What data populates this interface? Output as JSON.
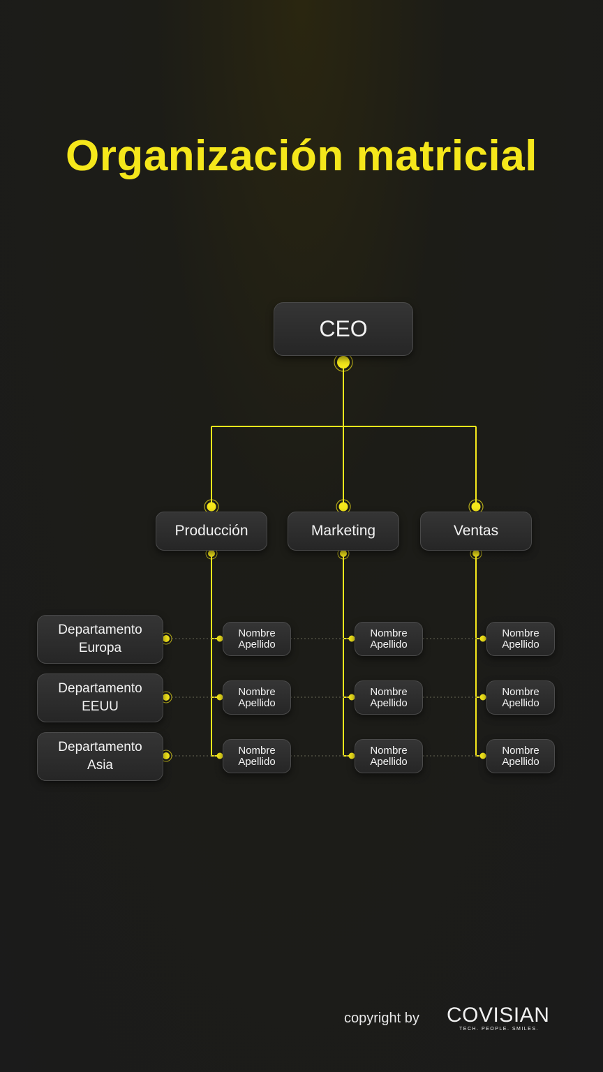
{
  "title": "Organización matricial",
  "accent_color": "#f5e71b",
  "ceo": "CEO",
  "functions": [
    "Producción",
    "Marketing",
    "Ventas"
  ],
  "departments": [
    {
      "line1": "Departamento",
      "line2": "Europa"
    },
    {
      "line1": "Departamento",
      "line2": "EEUU"
    },
    {
      "line1": "Departamento",
      "line2": "Asia"
    }
  ],
  "person": {
    "first": "Nombre",
    "last": "Apellido"
  },
  "footer": {
    "copyright": "copyright by",
    "brand": "COVISIAN",
    "tagline": "TECH. PEOPLE. SMILES."
  }
}
